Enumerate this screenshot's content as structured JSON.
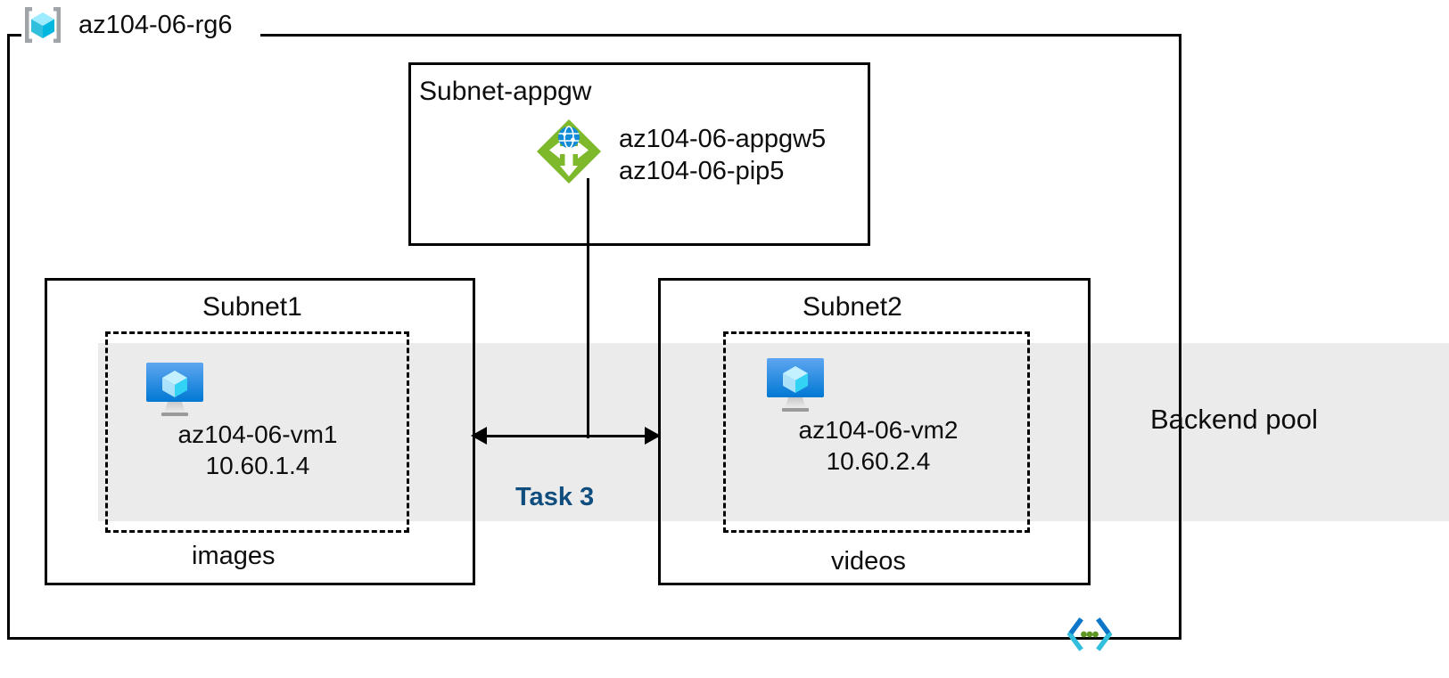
{
  "diagram": {
    "resource_group": {
      "name": "az104-06-rg6",
      "icon": "resource-group-icon"
    },
    "backend_pool": {
      "label": "Backend pool",
      "band_color": "#ebebeb"
    },
    "task": {
      "label": "Task 3",
      "color": "#104d7f"
    },
    "subnets": [
      {
        "id": "subnet-appgw",
        "title": "Subnet-appgw",
        "node": {
          "icon": "application-gateway-icon",
          "lines": [
            "az104-06-appgw5",
            "az104-06-pip5"
          ]
        }
      },
      {
        "id": "subnet1",
        "title": "Subnet1",
        "caption": "images",
        "vm": {
          "icon": "virtual-machine-icon",
          "name": "az104-06-vm1",
          "ip": "10.60.1.4"
        }
      },
      {
        "id": "subnet2",
        "title": "Subnet2",
        "caption": "videos",
        "vm": {
          "icon": "virtual-machine-icon",
          "name": "az104-06-vm2",
          "ip": "10.60.2.4"
        }
      }
    ],
    "vnet_icon": "virtual-network-icon",
    "colors": {
      "appgw_green": "#7eb82b",
      "appgw_globe_blue": "#0f8bd7",
      "vm_blue_top": "#55a2ef",
      "vm_blue_bottom": "#0078d4",
      "cube_cyan": "#50e6ff",
      "bracket_gray": "#a0a4a8",
      "band_gray": "#ebebeb",
      "task_navy": "#104d7f",
      "vnet_cyan": "#32bedd",
      "vnet_blue": "#0078d4",
      "vnet_green": "#5e9624"
    }
  }
}
